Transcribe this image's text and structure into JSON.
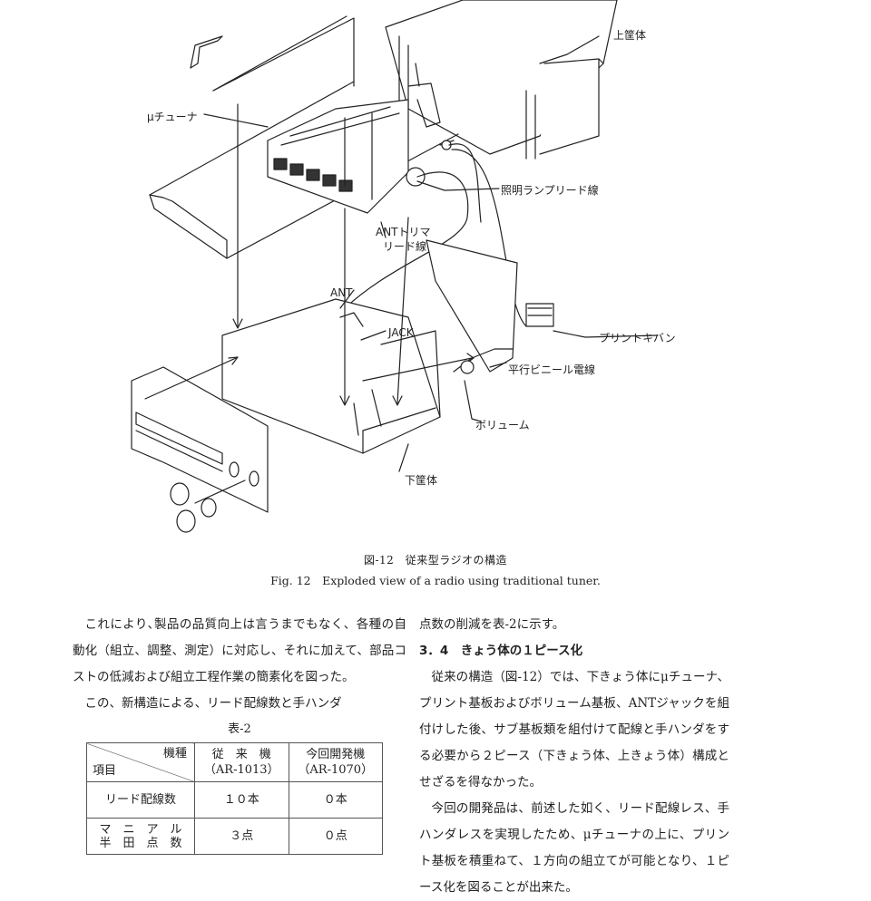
{
  "figure": {
    "labels": {
      "upper_case": "上筐体",
      "mu_tuner": "μチューナ",
      "lamp_lead": "照明ランプリード線",
      "ant_trimmer_1": "ANTトリマ",
      "ant_trimmer_2": "リード線",
      "ant": "ANT",
      "jack": "JACK",
      "printed_board": "プリントキバン",
      "parallel_wire": "平行ビニール電線",
      "volume": "ボリューム",
      "lower_case": "下筐体"
    },
    "caption_jp": "図-12　従来型ラジオの構造",
    "caption_en": "Fig. 12　Exploded view of a radio using traditional tuner."
  },
  "left_column": {
    "para1": "これにより､製品の品質向上は言うまでもなく、各種の自動化（組立、調整、測定）に対応し、それに加えて、部品コストの低減および組立工程作業の簡素化を図った。",
    "para2": "この、新構造による、リード配線数と手ハンダ",
    "table_title": "表-2",
    "table": {
      "corner_top": "機種",
      "corner_bottom": "項目",
      "col1_line1": "従　来　機",
      "col1_line2": "（AR-1013）",
      "col2_line1": "今回開発機",
      "col2_line2": "（AR-1070）",
      "row1_label": "リード配線数",
      "row1_col1": "１０本",
      "row1_col2": "０本",
      "row2_label_line1": "マ　ニ　ア　ル",
      "row2_label_line2": "半　田　点　数",
      "row2_col1": "３点",
      "row2_col2": "０点"
    }
  },
  "right_column": {
    "para_cont": "点数の削減を表-2に示す。",
    "heading": "3．4　きょう体の１ピース化",
    "para1": "従来の構造（図-12）では、下きょう体にμチューナ、プリント基板およびボリューム基板、ANTジャックを組付けした後、サブ基板類を組付けて配線と手ハンダをする必要から２ピース（下きょう体、上きょう体）構成とせざるを得なかった。",
    "para2": "今回の開発品は、前述した如く、リード配線レス、手ハンダレスを実現したため、μチューナの上に、プリント基板を積重ねて、１方向の組立てが可能となり、１ピース化を図ることが出来た。"
  }
}
